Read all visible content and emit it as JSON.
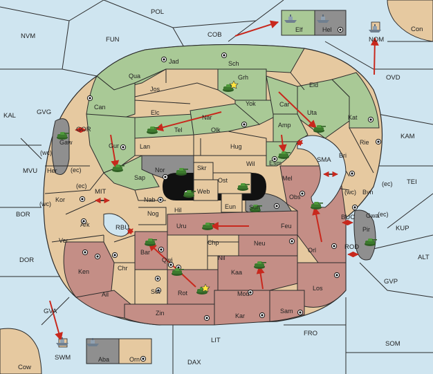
{
  "colors": {
    "sea": "#cfe5f0",
    "neutral": "#e6c9a0",
    "green": "#a9c996",
    "red": "#c48e86",
    "gray": "#8f8f8f",
    "black": "#111111",
    "order_arrow": "#c8281d",
    "unit": "#3d7a2e"
  },
  "icons": {
    "supply_center": "target-dot-icon",
    "army": "tank-icon",
    "navy": "ship-icon",
    "dislodged": "star-burst-icon",
    "convoy": "double-arrow-icon"
  },
  "sea_regions": [
    {
      "id": "pol",
      "name": "POL"
    },
    {
      "id": "nvm",
      "name": "NVM"
    },
    {
      "id": "fun",
      "name": "FUN"
    },
    {
      "id": "cob",
      "name": "COB"
    },
    {
      "id": "con",
      "name": "Con"
    },
    {
      "id": "nom",
      "name": "NOM"
    },
    {
      "id": "ovd",
      "name": "OVD"
    },
    {
      "id": "kal",
      "name": "KAL"
    },
    {
      "id": "gvg",
      "name": "GVG"
    },
    {
      "id": "gor",
      "name": "GOR"
    },
    {
      "id": "kam",
      "name": "KAM"
    },
    {
      "id": "mvu",
      "name": "MVU"
    },
    {
      "id": "sma",
      "name": "SMA"
    },
    {
      "id": "tei",
      "name": "TEI"
    },
    {
      "id": "mit",
      "name": "MIT"
    },
    {
      "id": "bor",
      "name": "BOR"
    },
    {
      "id": "rbu",
      "name": "RBU"
    },
    {
      "id": "buc",
      "name": "BUC"
    },
    {
      "id": "kup",
      "name": "KUP"
    },
    {
      "id": "dor",
      "name": "DOR"
    },
    {
      "id": "rod",
      "name": "ROD"
    },
    {
      "id": "alt",
      "name": "ALT"
    },
    {
      "id": "gvp",
      "name": "GVP"
    },
    {
      "id": "gva",
      "name": "GVA"
    },
    {
      "id": "fro",
      "name": "FRO"
    },
    {
      "id": "som",
      "name": "SOM"
    },
    {
      "id": "lit",
      "name": "LIT"
    },
    {
      "id": "swm",
      "name": "SWM"
    },
    {
      "id": "cow",
      "name": "Cow"
    },
    {
      "id": "dax",
      "name": "DAX"
    }
  ],
  "land_labels": [
    {
      "id": "elf",
      "name": "Elf"
    },
    {
      "id": "hel",
      "name": "Hel"
    },
    {
      "id": "jad",
      "name": "Jad"
    },
    {
      "id": "sch",
      "name": "Sch"
    },
    {
      "id": "qua",
      "name": "Qua"
    },
    {
      "id": "grh",
      "name": "Grh"
    },
    {
      "id": "jos",
      "name": "Jos"
    },
    {
      "id": "eld",
      "name": "Eld"
    },
    {
      "id": "can",
      "name": "Can"
    },
    {
      "id": "elc",
      "name": "Elc"
    },
    {
      "id": "yok",
      "name": "Yok"
    },
    {
      "id": "car",
      "name": "Car"
    },
    {
      "id": "uta",
      "name": "Uta"
    },
    {
      "id": "nar",
      "name": "Nar"
    },
    {
      "id": "kat",
      "name": "Kat"
    },
    {
      "id": "tel",
      "name": "Tel"
    },
    {
      "id": "olk",
      "name": "Olk"
    },
    {
      "id": "amp",
      "name": "Amp"
    },
    {
      "id": "gaw",
      "name": "Gaw"
    },
    {
      "id": "gur",
      "name": "Gur"
    },
    {
      "id": "lan",
      "name": "Lan"
    },
    {
      "id": "hug",
      "name": "Hug"
    },
    {
      "id": "rie",
      "name": "Rie"
    },
    {
      "id": "esm",
      "name": "Esm"
    },
    {
      "id": "bri",
      "name": "Bri"
    },
    {
      "id": "wil",
      "name": "Wil"
    },
    {
      "id": "nor",
      "name": "Nor"
    },
    {
      "id": "skr",
      "name": "Skr"
    },
    {
      "id": "her",
      "name": "Her"
    },
    {
      "id": "sap",
      "name": "Sap"
    },
    {
      "id": "ost",
      "name": "Ost"
    },
    {
      "id": "mel",
      "name": "Mel"
    },
    {
      "id": "web",
      "name": "Web"
    },
    {
      "id": "byn",
      "name": "Byn"
    },
    {
      "id": "kor",
      "name": "Kor"
    },
    {
      "id": "nab",
      "name": "Nab"
    },
    {
      "id": "obs",
      "name": "Obs"
    },
    {
      "id": "eun",
      "name": "Eun"
    },
    {
      "id": "sun",
      "name": "Sun"
    },
    {
      "id": "hil",
      "name": "Hil"
    },
    {
      "id": "gwa",
      "name": "Gwa"
    },
    {
      "id": "nog",
      "name": "Nog"
    },
    {
      "id": "ark",
      "name": "Ark"
    },
    {
      "id": "uru",
      "name": "Uru"
    },
    {
      "id": "feu",
      "name": "Feu"
    },
    {
      "id": "pir",
      "name": "Pir"
    },
    {
      "id": "ver",
      "name": "Ver"
    },
    {
      "id": "chp",
      "name": "Chp"
    },
    {
      "id": "neu",
      "name": "Neu"
    },
    {
      "id": "orl",
      "name": "Orl"
    },
    {
      "id": "bar",
      "name": "Bar"
    },
    {
      "id": "qwi",
      "name": "Qwi"
    },
    {
      "id": "nil",
      "name": "Nil"
    },
    {
      "id": "chr",
      "name": "Chr"
    },
    {
      "id": "ken",
      "name": "Ken"
    },
    {
      "id": "kaa",
      "name": "Kaa"
    },
    {
      "id": "los",
      "name": "Los"
    },
    {
      "id": "ail",
      "name": "Ail"
    },
    {
      "id": "sot",
      "name": "Sot"
    },
    {
      "id": "rot",
      "name": "Rot"
    },
    {
      "id": "mou",
      "name": "Mou"
    },
    {
      "id": "sam",
      "name": "Sam"
    },
    {
      "id": "zin",
      "name": "Zin"
    },
    {
      "id": "kar",
      "name": "Kar"
    },
    {
      "id": "aba",
      "name": "Aba"
    },
    {
      "id": "orn",
      "name": "Orn"
    }
  ],
  "coast_markers": [
    {
      "id": "wc1",
      "text": "(wc)"
    },
    {
      "id": "ec1",
      "text": "(ec)"
    },
    {
      "id": "ec2",
      "text": "(ec)"
    },
    {
      "id": "wc2",
      "text": "(wc)"
    },
    {
      "id": "wc3",
      "text": "(wc)"
    },
    {
      "id": "ec3",
      "text": "(ec)"
    },
    {
      "id": "ec4",
      "text": "(ec)"
    }
  ]
}
